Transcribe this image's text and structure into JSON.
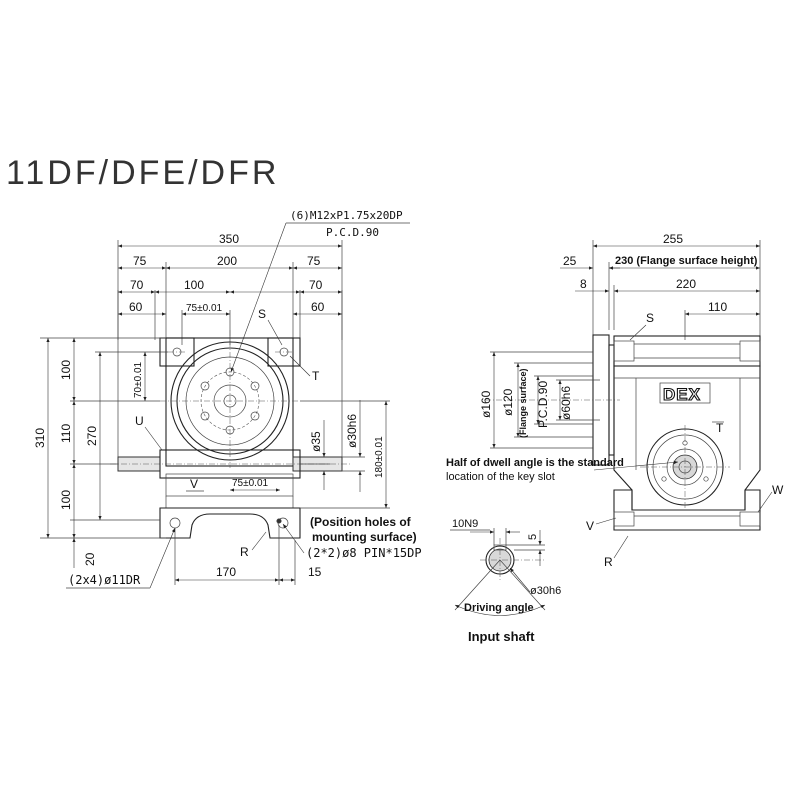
{
  "title": "11DF/DFE/DFR",
  "front": {
    "callout_holes": "(6)M12xP1.75x20DP",
    "pcd": "P.C.D.90",
    "w350": "350",
    "w75a": "75",
    "w200": "200",
    "w75b": "75",
    "w70a": "70",
    "w100": "100",
    "w70b": "70",
    "w60a": "60",
    "w75tol": "75±0.01",
    "w60b": "60",
    "h310": "310",
    "h100a": "100",
    "h270": "270",
    "h110": "110",
    "h100b": "100",
    "h20": "20",
    "h70tol": "70±0.01",
    "d35": "ø35",
    "d30h6": "ø30h6",
    "h180tol": "180±0.01",
    "w75tol2": "75±0.01",
    "w170": "170",
    "w15": "15",
    "mount_note_1": "(Position holes of",
    "mount_note_2": "mounting surface)",
    "pin": "(2*2)ø8  PIN*15DP",
    "holes_dr": "(2x4)ø11DR",
    "lbl_S": "S",
    "lbl_T": "T",
    "lbl_U": "U",
    "lbl_V": "V",
    "lbl_R": "R"
  },
  "side": {
    "w255": "255",
    "w25": "25",
    "w230": "230 (Flange surface height)",
    "w8": "8",
    "w220": "220",
    "w110": "110",
    "d160": "ø160",
    "d120": "ø120",
    "flange_surface": "(Flange surface)",
    "pcd90": "P.C.D.90",
    "d60h6": "ø60h6",
    "brand": "DEX",
    "note_1": "Half of dwell angle is the standard",
    "note_2": "location of the key slot",
    "lbl_S": "S",
    "lbl_T": "T",
    "lbl_V": "V",
    "lbl_R": "R",
    "lbl_W": "W"
  },
  "shaft": {
    "key": "10N9",
    "depth": "5",
    "dia": "ø30h6",
    "driving_angle": "Driving angle",
    "caption": "Input shaft"
  }
}
